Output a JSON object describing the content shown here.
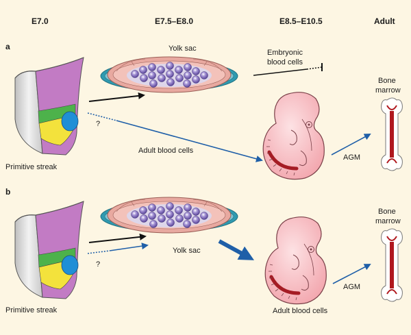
{
  "colors": {
    "background": "#fdf6e3",
    "arrow_blue": "#1f5fa8",
    "arrow_black": "#111111",
    "embryo": "#f6b9bf",
    "aorta": "#a51c24",
    "bone_marrow": "#b0181e",
    "streak_purple": "#c27bc4",
    "streak_green": "#4db24b",
    "streak_yellow": "#f3e23c",
    "streak_blue": "#1f8fd6",
    "cell_purple": "#6b56a6",
    "cell_teal": "#2f9ab0"
  },
  "headers": {
    "stage1": "E7.0",
    "stage2": "E7.5–E8.0",
    "stage3": "E8.5–E10.5",
    "stage4": "Adult"
  },
  "panel_a": {
    "letter": "a",
    "yolk_sac_label": "Yolk sac",
    "embryonic_label_line1": "Embryonic",
    "embryonic_label_line2": "blood cells",
    "question_mark": "?",
    "adult_cells_label": "Adult blood cells",
    "agm_label": "AGM",
    "bone_marrow_line1": "Bone",
    "bone_marrow_line2": "marrow",
    "primitive_streak_label": "Primitive streak"
  },
  "panel_b": {
    "letter": "b",
    "yolk_sac_label": "Yolk sac",
    "question_mark": "?",
    "adult_cells_label": "Adult blood cells",
    "agm_label": "AGM",
    "bone_marrow_line1": "Bone",
    "bone_marrow_line2": "marrow",
    "primitive_streak_label": "Primitive streak"
  },
  "icons": [
    "primitive-streak-icon",
    "yolk-sac-icon",
    "embryo-icon",
    "bone-icon",
    "arrow-icon"
  ]
}
